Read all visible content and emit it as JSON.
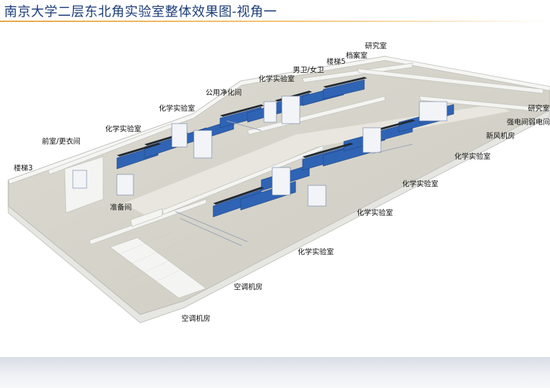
{
  "title": "南京大学二层东北角实验室整体效果图-视角一",
  "colors": {
    "title": "#1e3f7a",
    "accent_rule": "#e4a53f",
    "bench_blue": "#2f63b4",
    "bench_top": "#222a33",
    "floor": "#d8d6cc",
    "wall": "#f3f3f1"
  },
  "labels": {
    "research1": "研究室",
    "archive": "档案室",
    "stairs5": "楼梯5",
    "restrooms": "男卫/女卫",
    "chemlab1": "化学实验室",
    "clean_room": "公用净化间",
    "chemlab2": "化学实验室",
    "chemlab3": "化学实验室",
    "anteroom": "前室/更衣间",
    "stairs3": "楼梯3",
    "prep_room": "准备间",
    "research2": "研究室",
    "electric": "强电间弱电间",
    "fresh_air": "新风机房",
    "chemlab4": "化学实验室",
    "chemlab5": "化学实验室",
    "chemlab6": "化学实验室",
    "chemlab7": "化学实验室",
    "ac_room1": "空调机房",
    "ac_room2": "空调机房"
  }
}
